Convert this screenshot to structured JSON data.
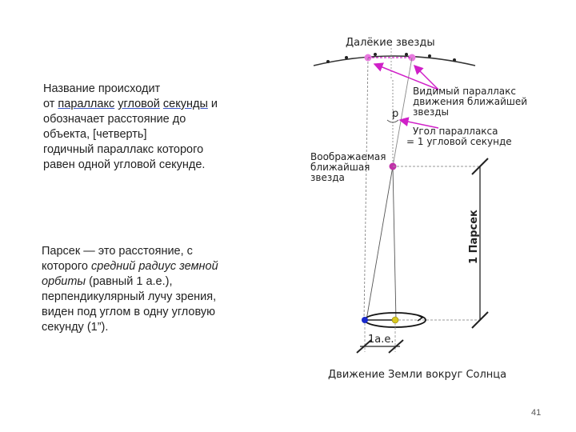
{
  "text1": {
    "line1": "Название происходит",
    "line2_prefix": "от ",
    "link_parallax": "параллакс",
    "link_angular": "угловой",
    "link_second": "секунды",
    "line2_suffix": " и",
    "line3": "обозначает расстояние до",
    "line4": "объекта, [четверть]",
    "line5": "годичный параллакс которого",
    "line6": "равен одной угловой секунде."
  },
  "text2": {
    "line1": "Парсек — это расстояние, с",
    "line2_prefix": "которого ",
    "line2_italic": "средний радиус земной",
    "line3_italic": "орбиты",
    "line3_suffix": " (равный 1 а.е.),",
    "line4": "перпендикулярный лучу зрения,",
    "line5": "виден под углом в одну угловую",
    "line6": "секунду (1”)."
  },
  "diagram": {
    "far_stars": "Далёкие звезды",
    "visible_parallax": [
      "Видимый параллакс",
      "движения ближайшей",
      "звезды"
    ],
    "p_symbol": "p",
    "parallax_angle": [
      "Угол параллакса",
      "= 1 угловой секунде"
    ],
    "imaginary_star": [
      "Воображаемая",
      "ближайшая",
      "звезда"
    ],
    "parsec_label": "1 Парсек",
    "au_label": "1а.е.",
    "earth_motion": "Движение Земли вокруг Солнца",
    "colors": {
      "magenta": "#d020c8",
      "star_pink": "#e87adf",
      "near_star": "#c030a8",
      "earth": "#1a2acc",
      "sun": "#d8c820"
    }
  },
  "page_number": "41"
}
